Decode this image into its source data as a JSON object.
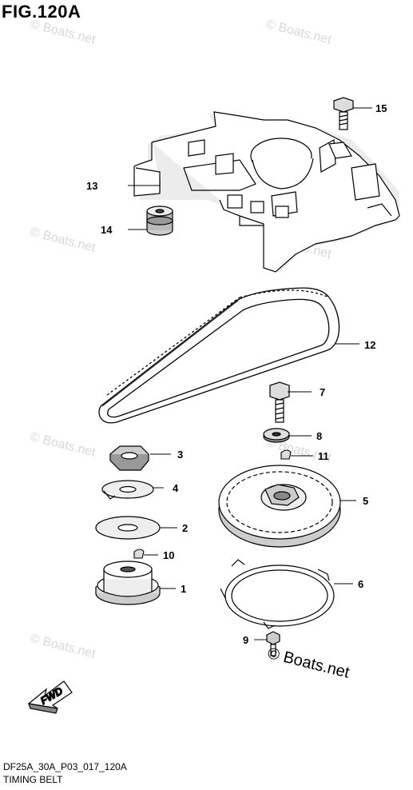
{
  "title": "FIG.120A",
  "footer": {
    "code": "DF25A_30A_P03_017_120A",
    "name": "TIMING BELT"
  },
  "brand": "© Boats.net",
  "watermark": "© Boats.net",
  "fwd_label": "FWD",
  "callouts": [
    {
      "id": "1",
      "label": "1"
    },
    {
      "id": "2",
      "label": "2"
    },
    {
      "id": "3",
      "label": "3"
    },
    {
      "id": "4",
      "label": "4"
    },
    {
      "id": "5",
      "label": "5"
    },
    {
      "id": "6",
      "label": "6"
    },
    {
      "id": "7",
      "label": "7"
    },
    {
      "id": "8",
      "label": "8"
    },
    {
      "id": "9",
      "label": "9"
    },
    {
      "id": "10",
      "label": "10"
    },
    {
      "id": "11",
      "label": "11"
    },
    {
      "id": "12",
      "label": "12"
    },
    {
      "id": "13",
      "label": "13"
    },
    {
      "id": "14",
      "label": "14"
    },
    {
      "id": "15",
      "label": "15"
    }
  ]
}
